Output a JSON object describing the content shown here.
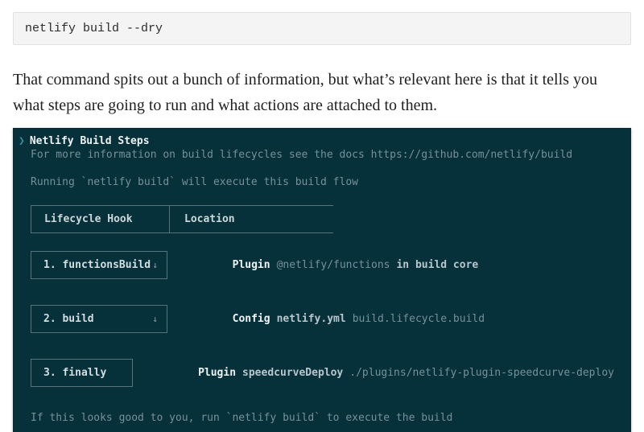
{
  "colors": {
    "terminal_bg": "#06313b",
    "terminal_line": "#55747e",
    "prompt_teal": "#35929b",
    "bold_white": "#eef3f4",
    "light_text": "#b9c6cb",
    "muted_text": "#77909a",
    "code_bg": "#f4f4f4"
  },
  "code_block": {
    "text": "netlify build --dry"
  },
  "paragraph": "That command spits out a bunch of information, but what’s relevant here is that it tells you what steps are going to run and what actions are attached to them.",
  "terminal": {
    "prompt": "❯",
    "title": "Netlify Build Steps",
    "info": "For more information on build lifecycles see the docs https://github.com/netlify/build",
    "running": "Running `netlify build` will execute this build flow",
    "header": {
      "col1": "Lifecycle Hook",
      "col2": "Location"
    },
    "rows": [
      {
        "hook": "1. functionsBuild",
        "arrow": "↓",
        "loc1": "Plugin",
        "loc2": "@netlify/functions",
        "loc3": "in build core"
      },
      {
        "hook": "2. build",
        "arrow": "↓",
        "loc1": "Config",
        "loc2": "netlify.yml",
        "loc3": "build.lifecycle.build"
      },
      {
        "hook": "3. finally",
        "arrow": "",
        "loc1": "Plugin",
        "loc2": "speedcurveDeploy",
        "loc3": "./plugins/netlify-plugin-speedcurve-deploy"
      }
    ],
    "footer": "If this looks good to you, run `netlify build` to execute the build"
  }
}
